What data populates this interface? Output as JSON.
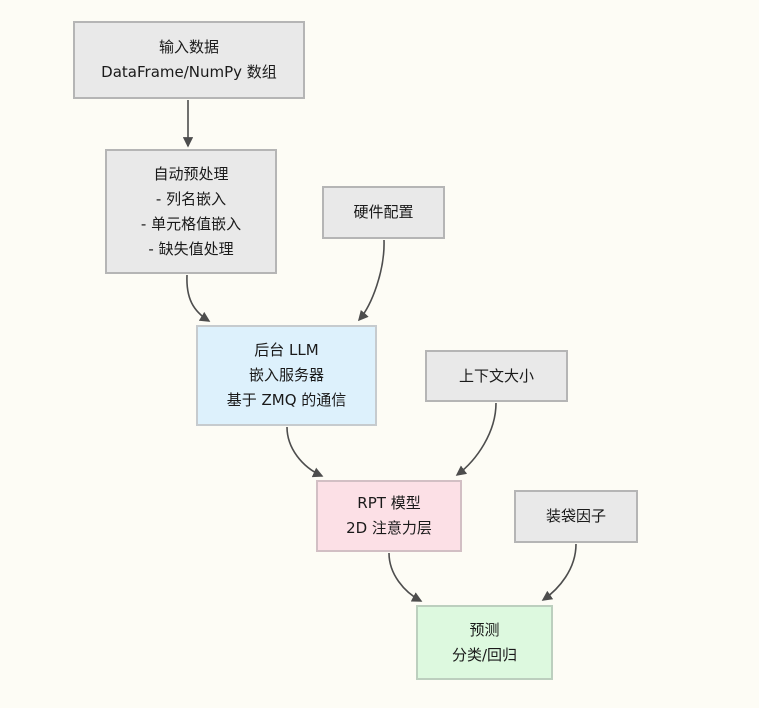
{
  "diagram": {
    "type": "flowchart",
    "direction": "top-down",
    "background_color": "#fdfcf5",
    "arrow_color": "#4d4d4d",
    "nodes": {
      "input": {
        "lines": [
          "输入数据",
          "DataFrame/NumPy 数组"
        ],
        "fill": "#e9e9e9",
        "border": "#b5b5b5"
      },
      "preprocess": {
        "lines": [
          "自动预处理",
          "- 列名嵌入",
          "- 单元格值嵌入",
          "- 缺失值处理"
        ],
        "fill": "#e9e9e9",
        "border": "#b5b5b5"
      },
      "hardware": {
        "lines": [
          "硬件配置"
        ],
        "fill": "#e9e9e9",
        "border": "#b5b5b5"
      },
      "llm_server": {
        "lines": [
          "后台 LLM",
          "嵌入服务器",
          "基于 ZMQ 的通信"
        ],
        "fill": "#ddf1fc",
        "border": "#c6cbce"
      },
      "context_size": {
        "lines": [
          "上下文大小"
        ],
        "fill": "#e9e9e9",
        "border": "#b5b5b5"
      },
      "rpt_model": {
        "lines": [
          "RPT 模型",
          "2D 注意力层"
        ],
        "fill": "#fce0e6",
        "border": "#d2bfc4"
      },
      "bagging_factor": {
        "lines": [
          "装袋因子"
        ],
        "fill": "#e9e9e9",
        "border": "#b5b5b5"
      },
      "prediction": {
        "lines": [
          "预测",
          "分类/回归"
        ],
        "fill": "#ddf9df",
        "border": "#bccfbe"
      }
    },
    "edges": [
      {
        "from": "input",
        "to": "preprocess"
      },
      {
        "from": "preprocess",
        "to": "llm_server"
      },
      {
        "from": "hardware",
        "to": "llm_server"
      },
      {
        "from": "llm_server",
        "to": "rpt_model"
      },
      {
        "from": "context_size",
        "to": "rpt_model"
      },
      {
        "from": "rpt_model",
        "to": "prediction"
      },
      {
        "from": "bagging_factor",
        "to": "prediction"
      }
    ]
  }
}
